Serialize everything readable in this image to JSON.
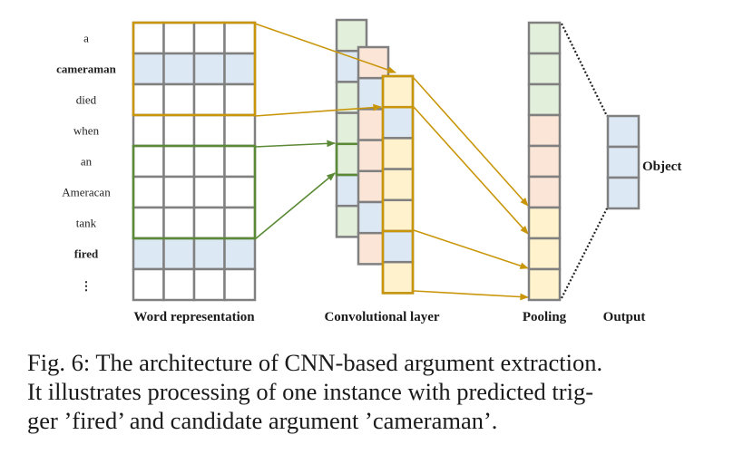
{
  "figure": {
    "words": [
      {
        "text": "a",
        "bold": false,
        "highlight": false
      },
      {
        "text": "cameraman",
        "bold": true,
        "highlight": true
      },
      {
        "text": "died",
        "bold": false,
        "highlight": false
      },
      {
        "text": "when",
        "bold": false,
        "highlight": false
      },
      {
        "text": "an",
        "bold": false,
        "highlight": false
      },
      {
        "text": "Ameracan",
        "bold": false,
        "highlight": false
      },
      {
        "text": "tank",
        "bold": false,
        "highlight": false
      },
      {
        "text": "fired",
        "bold": true,
        "highlight": true
      },
      {
        "text": "⋮",
        "bold": true,
        "highlight": false
      }
    ],
    "embedding_dims": 4,
    "windows": [
      {
        "name": "window-orange",
        "rows": [
          0,
          2
        ],
        "color": "#c9960a"
      },
      {
        "name": "window-green",
        "rows": [
          4,
          6
        ],
        "color": "#5a8a35"
      }
    ],
    "conv_maps": [
      {
        "name": "feature-map-green",
        "fill": "#e2efda",
        "cells": [
          "base",
          "blue",
          "base",
          "base",
          "base",
          "blue",
          "base"
        ]
      },
      {
        "name": "feature-map-pink",
        "fill": "#fbe5d6",
        "cells": [
          "base",
          "blue",
          "base",
          "base",
          "base",
          "blue",
          "base"
        ]
      },
      {
        "name": "feature-map-yellow",
        "fill": "#fff2cc",
        "cells": [
          "base",
          "blue",
          "base",
          "base",
          "base",
          "blue",
          "base"
        ]
      }
    ],
    "pooling_cells": [
      "green",
      "green",
      "green",
      "pink",
      "pink",
      "pink",
      "yellow",
      "yellow",
      "yellow"
    ],
    "output_cells": 3,
    "labels": {
      "word_representation": "Word representation",
      "convolutional_layer": "Convolutional layer",
      "pooling": "Pooling",
      "output": "Output",
      "object": "Object"
    },
    "colors": {
      "grid_line": "#808080",
      "blue": "#dde8f5",
      "green": "#e2efda",
      "pink": "#fbe5d6",
      "yellow": "#fff2cc",
      "orange": "#c9960a",
      "green_line": "#5a8a35"
    }
  },
  "caption": {
    "lines": [
      "Fig. 6: The architecture of CNN-based argument extraction.",
      "It illustrates processing of one instance with predicted trig-",
      "ger ’fired’ and candidate argument ’cameraman’."
    ]
  }
}
